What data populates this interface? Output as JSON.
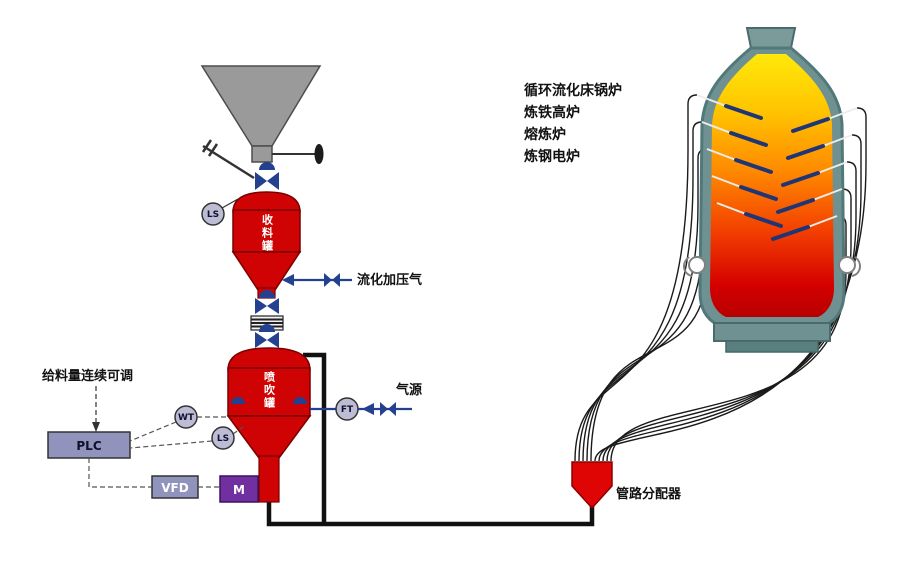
{
  "labels": {
    "receiving_tank": "收料罐",
    "injection_tank": "喷吹罐",
    "fluidizing_gas": "流化加压气",
    "gas_source": "气源",
    "feed_adjust_note": "给料量连续可调",
    "plc": "PLC",
    "vfd": "VFD",
    "motor": "M",
    "level_switch_upper": "LS",
    "level_switch_lower": "LS",
    "weight_transmitter": "WT",
    "flow_transmitter": "FT",
    "pipe_distributor": "管路分配器"
  },
  "furnace_applications": [
    "循环流化床锅炉",
    "炼铁高炉",
    "熔炼炉",
    "炼钢电炉"
  ],
  "colors": {
    "vessel_red": "#cf0303",
    "valve_navy": "#23418e",
    "hopper_gray": "#9a9a9a",
    "control_box_slate": "#9093bb",
    "motor_purple": "#7030a0",
    "distributor_red": "#e00505",
    "furnace_shell_teal": "#6f9191",
    "flame_yellow": "#ffe80a",
    "flame_red": "#b80000"
  }
}
